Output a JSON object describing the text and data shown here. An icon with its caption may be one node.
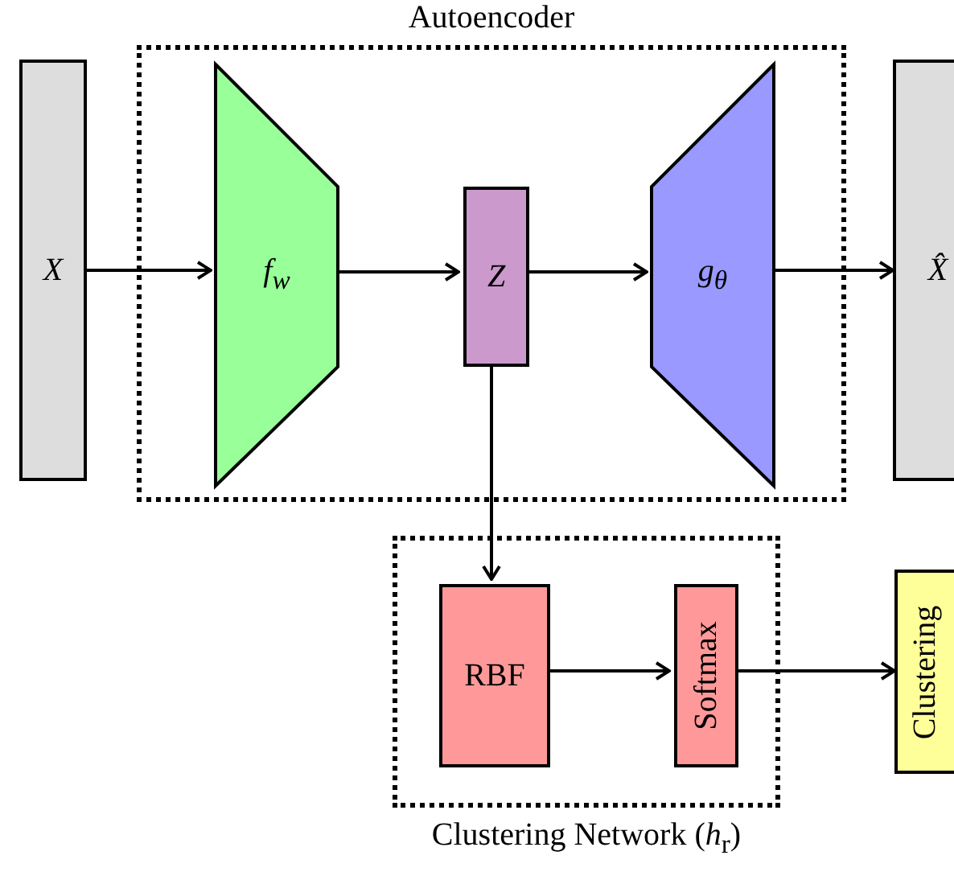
{
  "diagram": {
    "nodes": [
      {
        "text": [
          "Autoencoder"
        ]
      },
      {
        "text": [
          "X"
        ]
      },
      {
        "text": [
          "f$_{w}$"
        ],
        "in": 0
      },
      {
        "text": [
          "Z"
        ],
        "in": 0
      },
      {
        "text": [
          "g$_{θ}$"
        ],
        "in": 0
      },
      {
        "text": [
          "X̂"
        ]
      },
      {
        "text": [
          "Clustering Network (*h*$_{r}$)"
        ]
      },
      {
        "text": [
          "RBF"
        ],
        "in": 6
      },
      {
        "text": [
          "Softmax"
        ],
        "in": 6
      },
      {
        "text": [
          "Clustering"
        ]
      }
    ],
    "edges": [
      {
        "from": 1,
        "to": 2,
        "arrow": "to"
      },
      {
        "from": 2,
        "to": 3,
        "arrow": "to"
      },
      {
        "from": 3,
        "to": 4,
        "arrow": "to"
      },
      {
        "from": 4,
        "to": 5,
        "arrow": "to"
      },
      {
        "from": 3,
        "to": 7,
        "arrow": "to"
      },
      {
        "from": 7,
        "to": 8,
        "arrow": "to"
      },
      {
        "from": 8,
        "to": 9,
        "arrow": "to"
      }
    ]
  }
}
